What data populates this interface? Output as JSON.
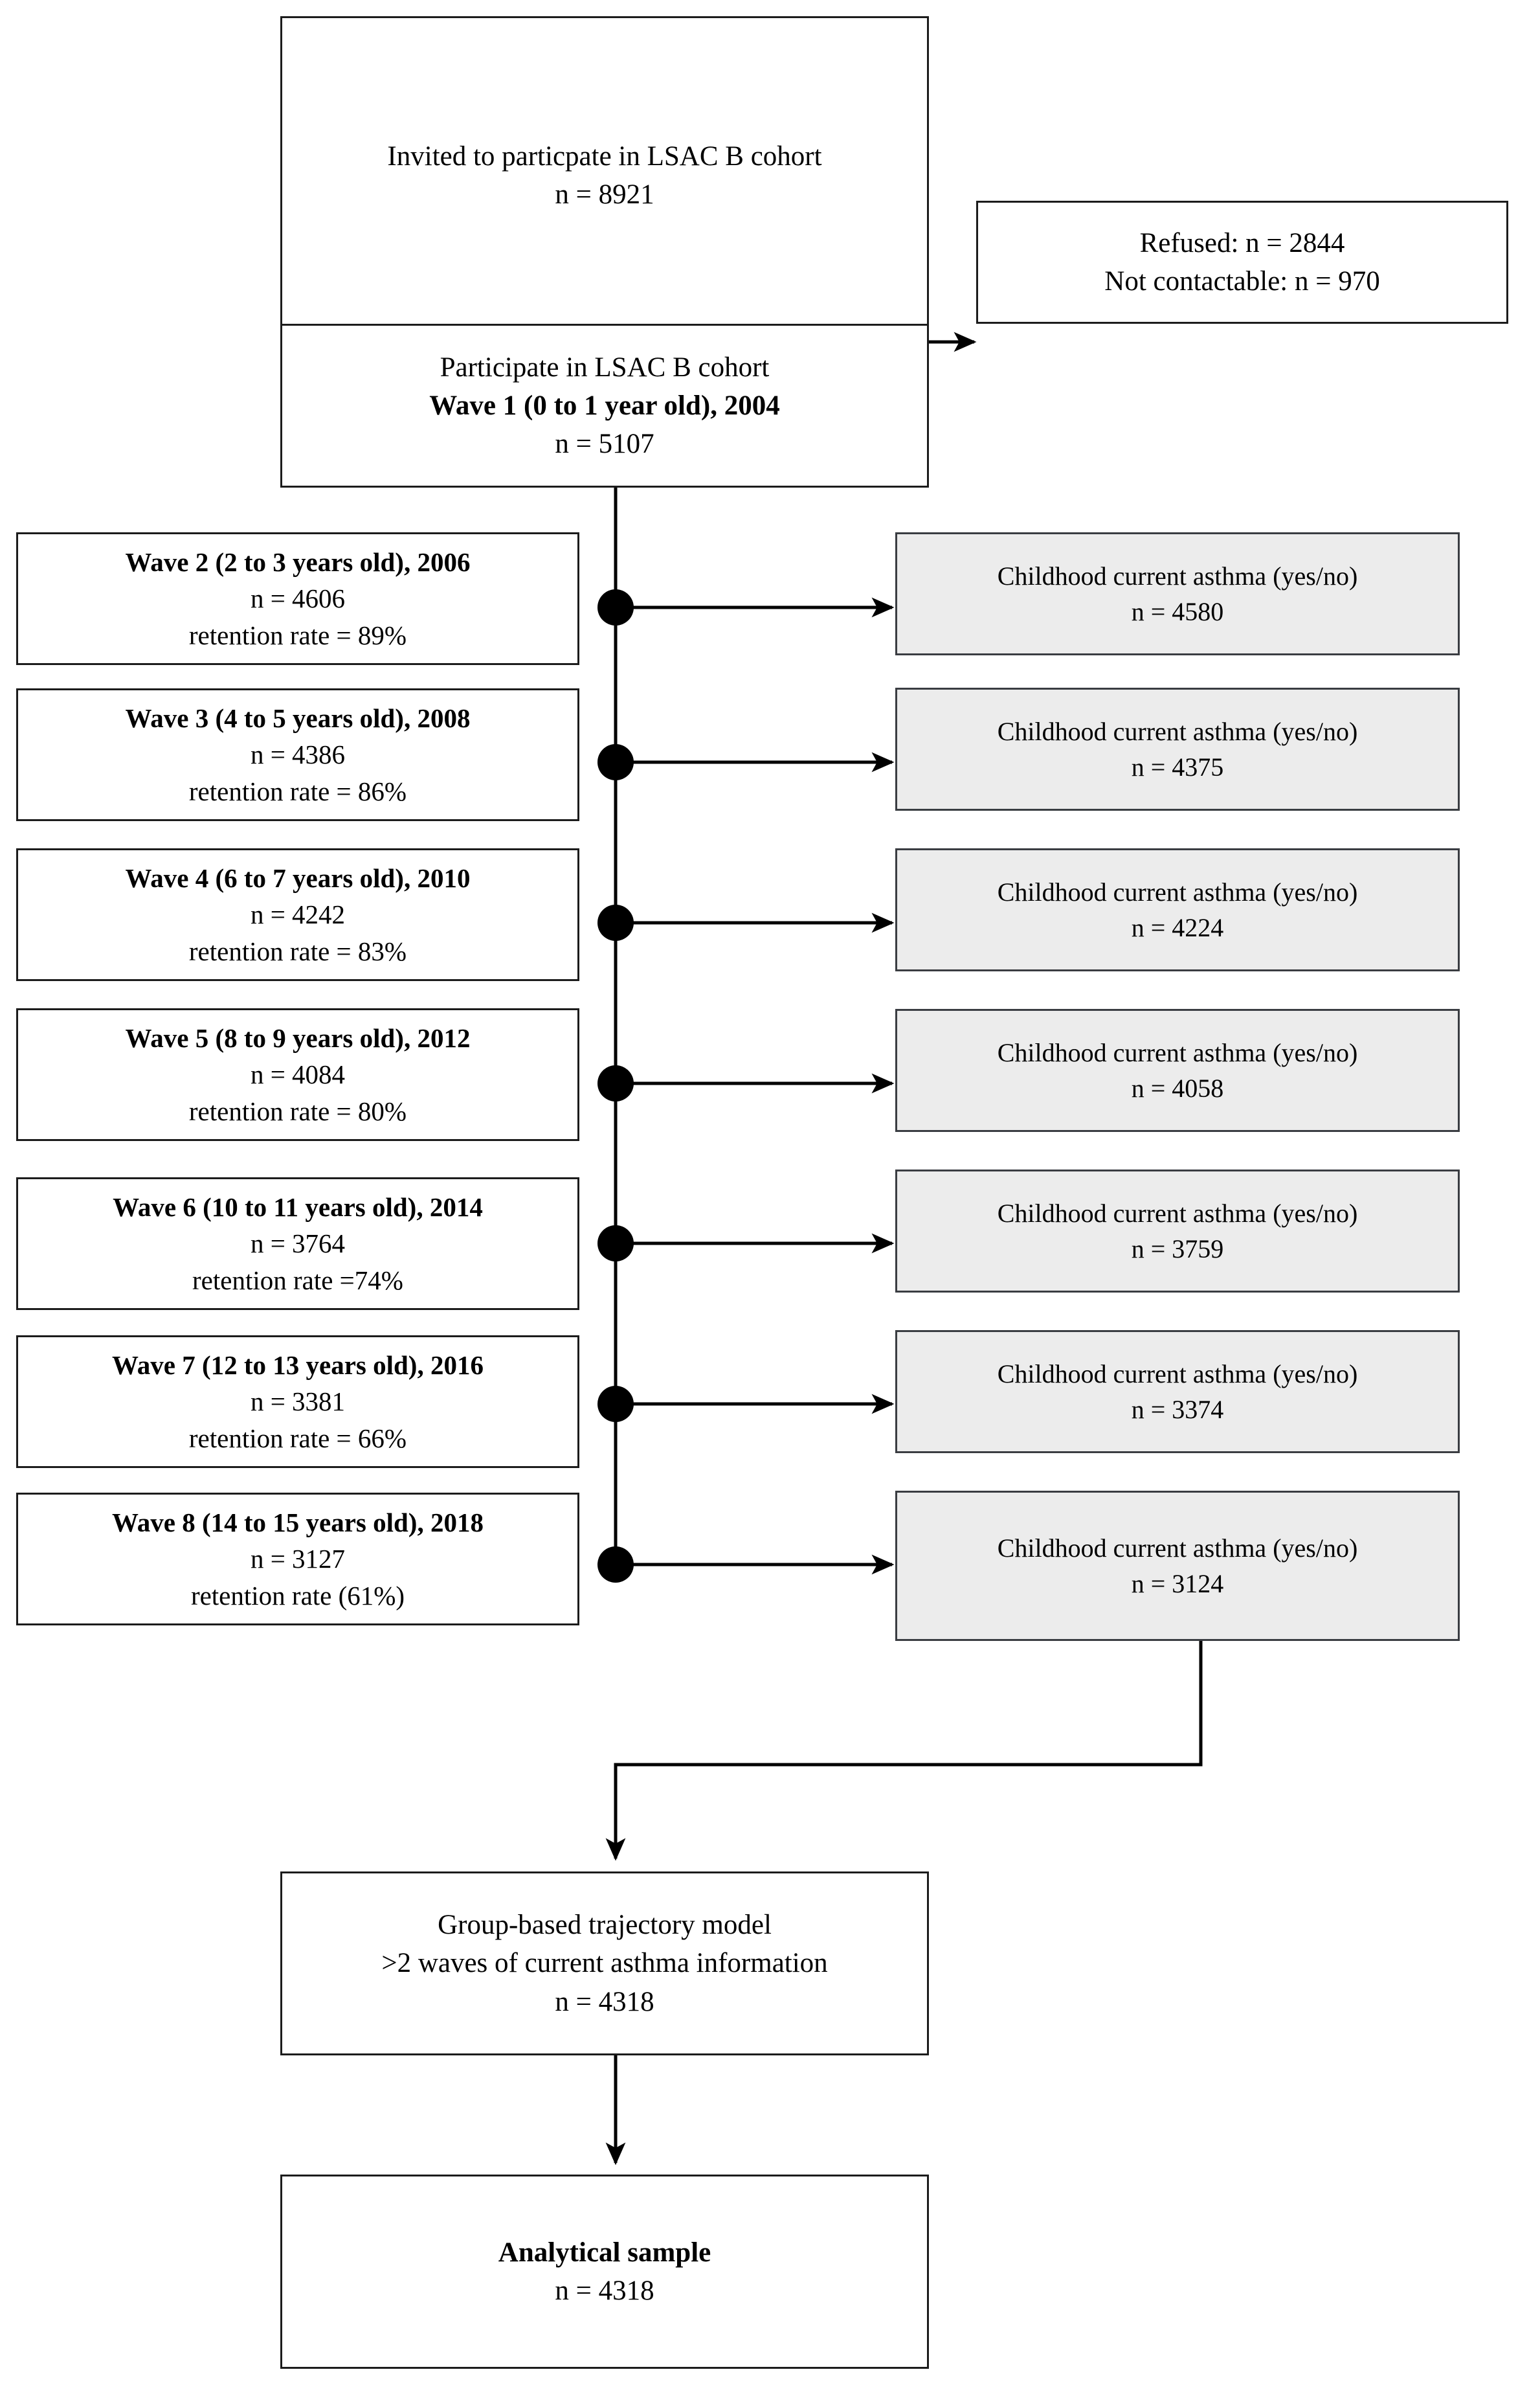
{
  "flowchart": {
    "title_box": {
      "name": "invited-box",
      "lines": [
        "Invited to particpate in LSAC B cohort",
        "n = 8921"
      ]
    },
    "excluded_box": {
      "name": "excluded-box",
      "lines": [
        "Refused: n = 2844",
        "Not contactable: n = 970"
      ]
    },
    "wave1_box": {
      "name": "participate-wave1-box",
      "lines": [
        "Participate in LSAC B cohort",
        "Wave 1 (0 to 1 year old), 2004",
        "n = 5107"
      ]
    },
    "waves": [
      {
        "id": "wave-2",
        "title": "Wave 2 (2 to 3 years old), 2006",
        "n": "n = 4606",
        "retention": "retention rate = 89%"
      },
      {
        "id": "wave-3",
        "title": "Wave 3 (4 to 5 years old), 2008",
        "n": "n = 4386",
        "retention": "retention rate = 86%"
      },
      {
        "id": "wave-4",
        "title": "Wave 4 (6 to 7 years old), 2010",
        "n": "n = 4242",
        "retention": "retention rate = 83%"
      },
      {
        "id": "wave-5",
        "title": "Wave 5 (8 to 9 years old), 2012",
        "n": "n = 4084",
        "retention": "retention rate = 80%"
      },
      {
        "id": "wave-6",
        "title": "Wave 6 (10 to 11 years old), 2014",
        "n": "n = 3764",
        "retention": "retention rate =74%"
      },
      {
        "id": "wave-7",
        "title": "Wave 7 (12 to 13 years old), 2016",
        "n": "n = 3381",
        "retention": "retention rate = 66%"
      },
      {
        "id": "wave-8",
        "title": "Wave 8 (14 to 15 years old), 2018",
        "n": "n = 3127",
        "retention": "retention rate (61%)"
      }
    ],
    "outcomes": [
      {
        "id": "outcome-wave-2",
        "label": "Childhood current asthma (yes/no)",
        "n": "n = 4580"
      },
      {
        "id": "outcome-wave-3",
        "label": "Childhood current asthma (yes/no)",
        "n": "n = 4375"
      },
      {
        "id": "outcome-wave-4",
        "label": "Childhood current asthma (yes/no)",
        "n": "n = 4224"
      },
      {
        "id": "outcome-wave-5",
        "label": "Childhood current asthma (yes/no)",
        "n": "n = 4058"
      },
      {
        "id": "outcome-wave-6",
        "label": "Childhood current asthma (yes/no)",
        "n": "n = 3759"
      },
      {
        "id": "outcome-wave-7",
        "label": "Childhood current asthma (yes/no)",
        "n": "n = 3374"
      },
      {
        "id": "outcome-wave-8",
        "label": "Childhood current asthma (yes/no)",
        "n": "n = 3124"
      }
    ],
    "model_box": {
      "name": "trajectory-model-box",
      "lines": [
        "Group-based trajectory model",
        ">2 waves of current asthma information",
        "n = 4318"
      ]
    },
    "final_box": {
      "name": "analytical-sample-box",
      "lines": [
        "Analytical sample",
        "n = 4318"
      ]
    },
    "colors": {
      "outline": "#1c1c1c",
      "outcome_fill": "#ececec",
      "outcome_outline": "#3a3d42",
      "connector": "#000000",
      "page_background": "#ffffff"
    }
  }
}
